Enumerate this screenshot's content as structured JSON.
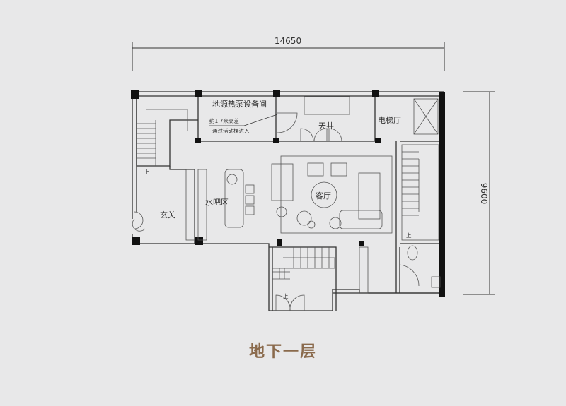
{
  "dimensions": {
    "width_label": "14650",
    "depth_label": "9600"
  },
  "rooms": {
    "equipment_room": "地源热泵设备间",
    "equipment_note_1": "约1.7米高差",
    "equipment_note_2": "通过活动梯进入",
    "lightwell": "天井",
    "elevator_hall": "电梯厅",
    "water_bar": "水吧区",
    "entrance": "玄关",
    "living_room": "客厅"
  },
  "stair_up_label": "上",
  "floor_title": "地下一层",
  "colors": {
    "title": "#8a6a4c",
    "background": "#e8e8e9"
  }
}
